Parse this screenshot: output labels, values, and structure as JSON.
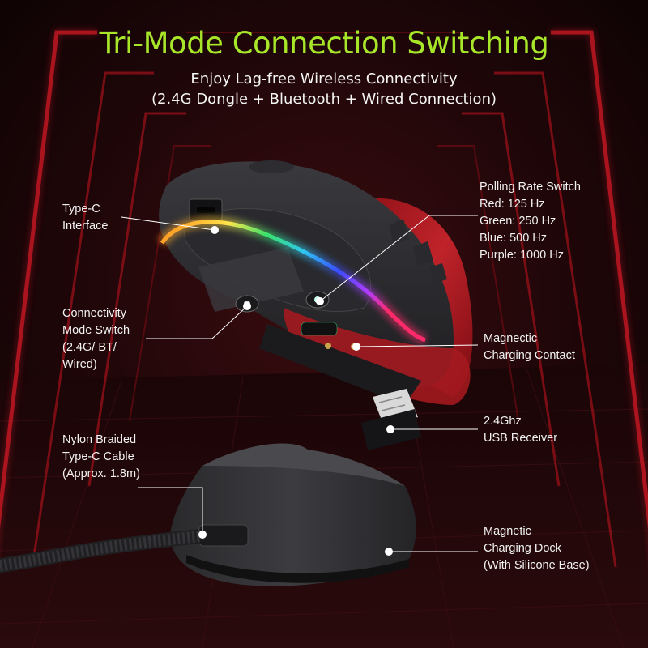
{
  "headline": {
    "title": "Tri-Mode Connection Switching",
    "subtitle_line1": "Enjoy Lag-free Wireless Connectivity",
    "subtitle_line2": "(2.4G Dongle + Bluetooth + Wired Connection)"
  },
  "colors": {
    "title": "#a8e62a",
    "background": "#1a0608",
    "neon_red": "#b0141e",
    "mouse_red": "#b51c23"
  },
  "callouts": {
    "type_c": {
      "line1": "Type-C",
      "line2": "Interface"
    },
    "connectivity": {
      "line1": "Connectivity",
      "line2": "Mode Switch",
      "line3": "(2.4G/ BT/",
      "line4": "Wired)"
    },
    "nylon": {
      "line1": "Nylon Braided",
      "line2": "Type-C Cable",
      "line3": "(Approx. 1.8m)"
    },
    "polling": {
      "line1": "Polling Rate Switch",
      "line2": "Red: 125 Hz",
      "line3": "Green: 250 Hz",
      "line4": "Blue: 500 Hz",
      "line5": "Purple: 1000 Hz"
    },
    "charging_contact": {
      "line1": "Magnectic",
      "line2": "Charging Contact"
    },
    "receiver": {
      "line1": "2.4Ghz",
      "line2": "USB Receiver"
    },
    "dock": {
      "line1": "Magnetic",
      "line2": "Charging Dock",
      "line3": "(With Silicone Base)"
    }
  }
}
